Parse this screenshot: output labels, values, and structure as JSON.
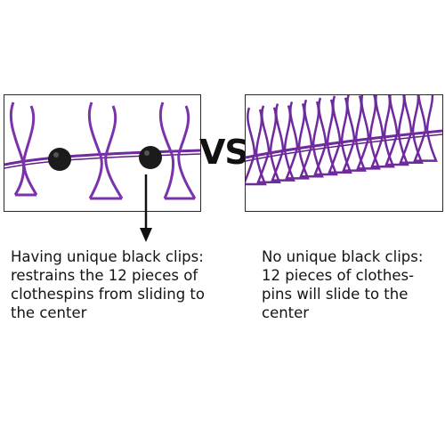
{
  "vs_label": "VS",
  "left_caption": {
    "lines": [
      "Having unique black clips:",
      "restrains the 12 pieces of",
      "clothespins from sliding to",
      "the center"
    ]
  },
  "right_caption": {
    "lines": [
      "No unique black clips:",
      "12 pieces of clothes-",
      "pins will slide to the",
      "center"
    ]
  },
  "colors": {
    "clip_purple": "#6f2a9e",
    "bead_black": "#1b1b1b",
    "frame": "#2a2a2a"
  }
}
